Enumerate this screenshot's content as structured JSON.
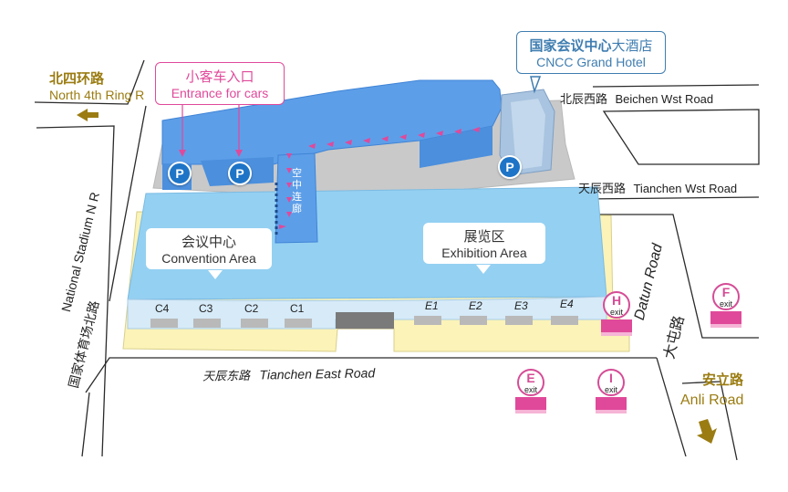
{
  "roads": {
    "north_4th_ring": {
      "cn": "北四环路",
      "en": "North 4th Ring R"
    },
    "beichen_west": {
      "cn": "北辰西路",
      "en": "Beichen Wst Road"
    },
    "tianchen_west": {
      "cn": "天辰西路",
      "en": "Tianchen Wst Road"
    },
    "national_stadium": {
      "cn": "国家体育场北路",
      "en": "National Stadium N R"
    },
    "datun": {
      "cn": "大屯路",
      "en": "Datun Road"
    },
    "tianchen_east": {
      "cn": "天辰东路",
      "en": "Tianchen East Road"
    },
    "anli": {
      "cn": "安立路",
      "en": "Anli Road"
    }
  },
  "callouts": {
    "hotel": {
      "cn_bold": "国家会议中心",
      "cn_rest": "大酒店",
      "en": "CNCC Grand Hotel"
    },
    "car_entrance": {
      "cn": "小客车入口",
      "en": "Entrance for cars"
    },
    "convention": {
      "cn": "会议中心",
      "en": "Convention Area"
    },
    "exhibition": {
      "cn": "展览区",
      "en": "Exhibition Area"
    }
  },
  "skywalk_label": "空中连廊",
  "parking_label": "P",
  "convention_gates": [
    "C4",
    "C3",
    "C2",
    "C1"
  ],
  "exhibition_gates": [
    "E1",
    "E2",
    "E3",
    "E4"
  ],
  "exits": [
    {
      "letter": "H",
      "word": "exit"
    },
    {
      "letter": "F",
      "word": "exit"
    },
    {
      "letter": "E",
      "word": "exit"
    },
    {
      "letter": "I",
      "word": "exit"
    }
  ],
  "colors": {
    "road_outline": "#222222",
    "building_blue": "#5d9ee8",
    "hall_blue": "#94d0f2",
    "plaza_yellow": "#fbf3b8",
    "accent_pink": "#e0499a",
    "direction_gold": "#9b7c12",
    "hotel_callout": "#3f7db0"
  }
}
